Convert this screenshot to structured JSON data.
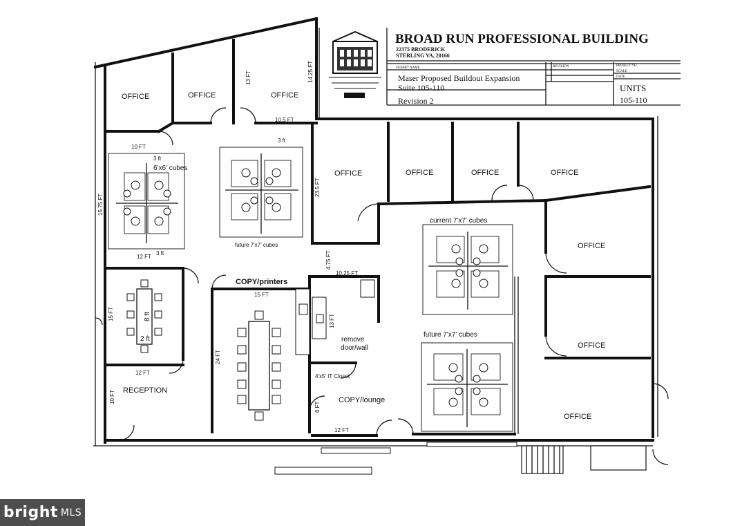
{
  "header": {
    "title": "BROAD RUN PROFESSIONAL BUILDING",
    "address_line1": "22375 BRODERICK",
    "address_line2": "STERLING VA, 20166",
    "table_col1": "SUBMIT NAME",
    "table_col2": "REVISION",
    "table_col3": "PROJECT NO.",
    "table_col3b": "SCALE",
    "table_col3c": "DATE",
    "description_line1": "Maser Proposed Buildout Expansion",
    "description_line2": "Suite 105-110",
    "revision": "Revision 2",
    "units_label": "UNITS",
    "units_value": "105-110"
  },
  "rooms": {
    "office_1": "OFFICE",
    "office_2": "OFFICE",
    "office_3": "OFFICE",
    "office_4": "OFFICE",
    "office_5": "OFFICE",
    "office_6": "OFFICE",
    "office_7": "OFFICE",
    "office_8": "OFFICE",
    "office_9": "OFFICE",
    "office_10": "OFFICE",
    "reception": "RECEPTION",
    "copy_printers": "COPY/printers",
    "copy_lounge": "COPY/lounge",
    "remove_door_1": "remove",
    "remove_door_2": "door/wall",
    "closet": "4'x5' IT Closet"
  },
  "cubes": {
    "cubes_6x6": "6'x6' cubes",
    "future_7x7_a": "future 7'x7' cubes",
    "current_7x7": "current 7'x7' cubes",
    "future_7x7_b": "future 7'x7' cubes"
  },
  "dimensions": {
    "d_13ft": "13 FT",
    "d_1425ft": "14.25 FT",
    "d_105ft": "10.5 FT",
    "d_10ft_top": "10 FT",
    "d_3ft_a": "3 ft",
    "d_3ft_b": "3 ft",
    "d_3ft_c": "3 ft",
    "d_1575ft": "15.75 FT",
    "d_12ft_a": "12 FT",
    "d_235ft": "23.5 FT",
    "d_475ft": "4.75 FT",
    "d_1025ft": "10.25 FT",
    "d_15ft_a": "15 FT",
    "d_15ft_b": "15 FT",
    "d_8ft": "8 ft",
    "d_2ft": "2 ft",
    "d_13ft_b": "13 FT",
    "d_24ft": "24 FT",
    "d_12ft_b": "12 FT",
    "d_10ft_left": "10 FT",
    "d_6ft": "6 FT",
    "d_12ft_c": "12 FT"
  },
  "watermark": {
    "brand": "bright",
    "suffix": "MLS"
  }
}
